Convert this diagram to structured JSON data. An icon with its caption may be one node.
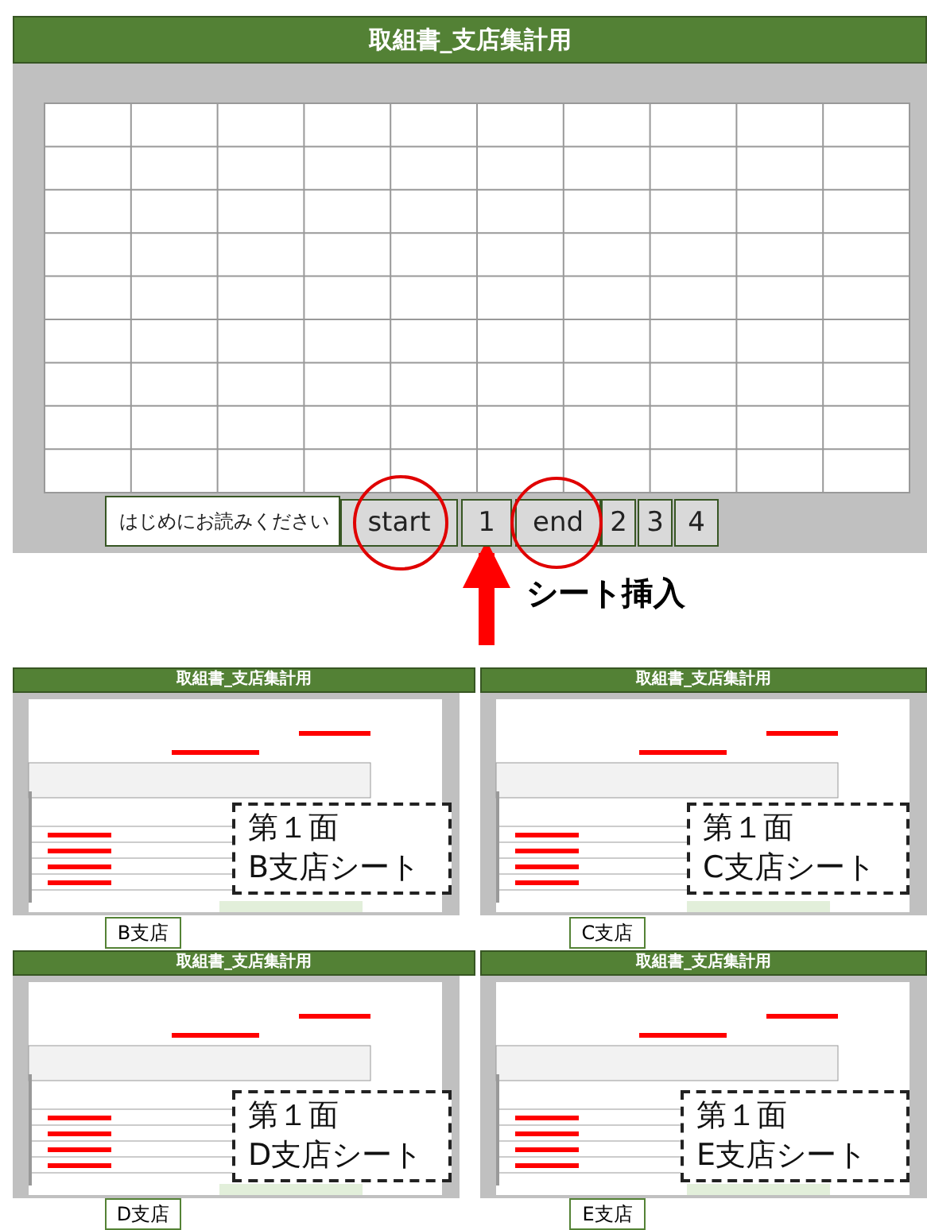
{
  "diagram": {
    "nodes": [
      {
        "text": [
          "はじめにお読みください"
        ]
      },
      {
        "text": [
          "start"
        ]
      },
      {
        "text": [
          "1"
        ]
      },
      {
        "text": [
          "end"
        ]
      },
      {
        "text": [
          "2"
        ]
      },
      {
        "text": [
          "3"
        ]
      },
      {
        "text": [
          "4"
        ]
      },
      {
        "text": [
          "第１面",
          "B支店シート"
        ]
      },
      {
        "text": [
          "B支店"
        ]
      },
      {
        "text": [
          "第１面",
          "C支店シート"
        ]
      },
      {
        "text": [
          "C支店"
        ]
      },
      {
        "text": [
          "第１面",
          "D支店シート"
        ]
      },
      {
        "text": [
          "D支店"
        ]
      },
      {
        "text": [
          "第１面",
          "E支店シート"
        ]
      },
      {
        "text": [
          "E支店"
        ]
      }
    ],
    "edges": [
      {
        "from": null,
        "to": 2,
        "arrow": "to",
        "label": "シート挿入",
        "color": "#ff0000"
      }
    ],
    "labels": [
      "取組書_支店集計用",
      "取組書_支店集計用",
      "取組書_支店集計用",
      "取組書_支店集計用",
      "取組書_支店集計用"
    ]
  }
}
